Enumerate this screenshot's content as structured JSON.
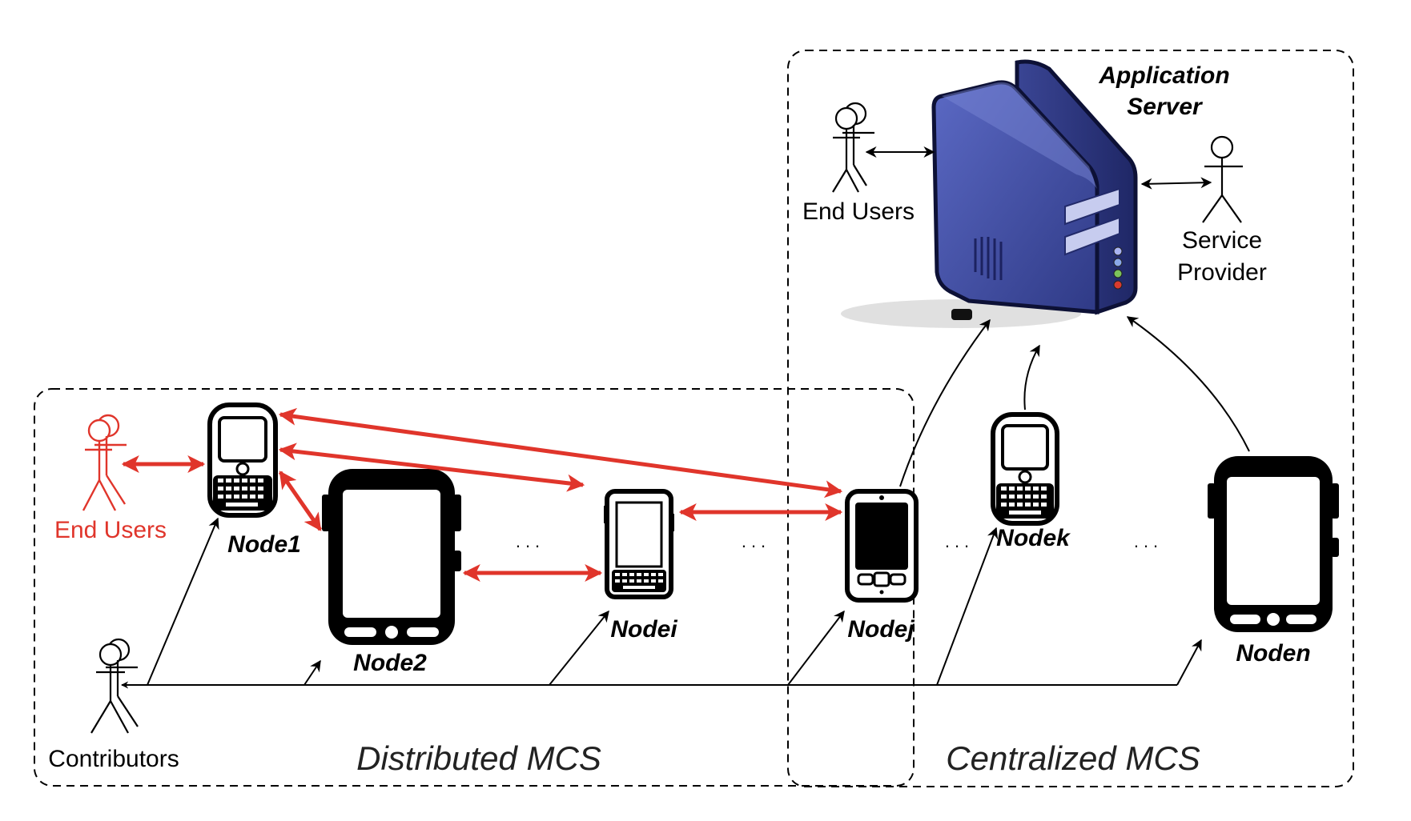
{
  "regions": {
    "distributed": "Distributed MCS",
    "centralized": "Centralized MCS"
  },
  "server": {
    "line1": "Application",
    "line2": "Server"
  },
  "actors": {
    "end_users_red": "End Users",
    "end_users_top": "End Users",
    "service_provider_line1": "Service",
    "service_provider_line2": "Provider",
    "contributors": "Contributors"
  },
  "nodes": {
    "node1": "Node1",
    "node2": "Node2",
    "nodei": "Nodei",
    "nodej": "Nodej",
    "nodek": "Nodek",
    "noden": "Noden"
  },
  "ellipsis": "...",
  "colors": {
    "red": "#e0352b",
    "server_body": "#3c4a9c",
    "server_dark": "#1d2356"
  }
}
